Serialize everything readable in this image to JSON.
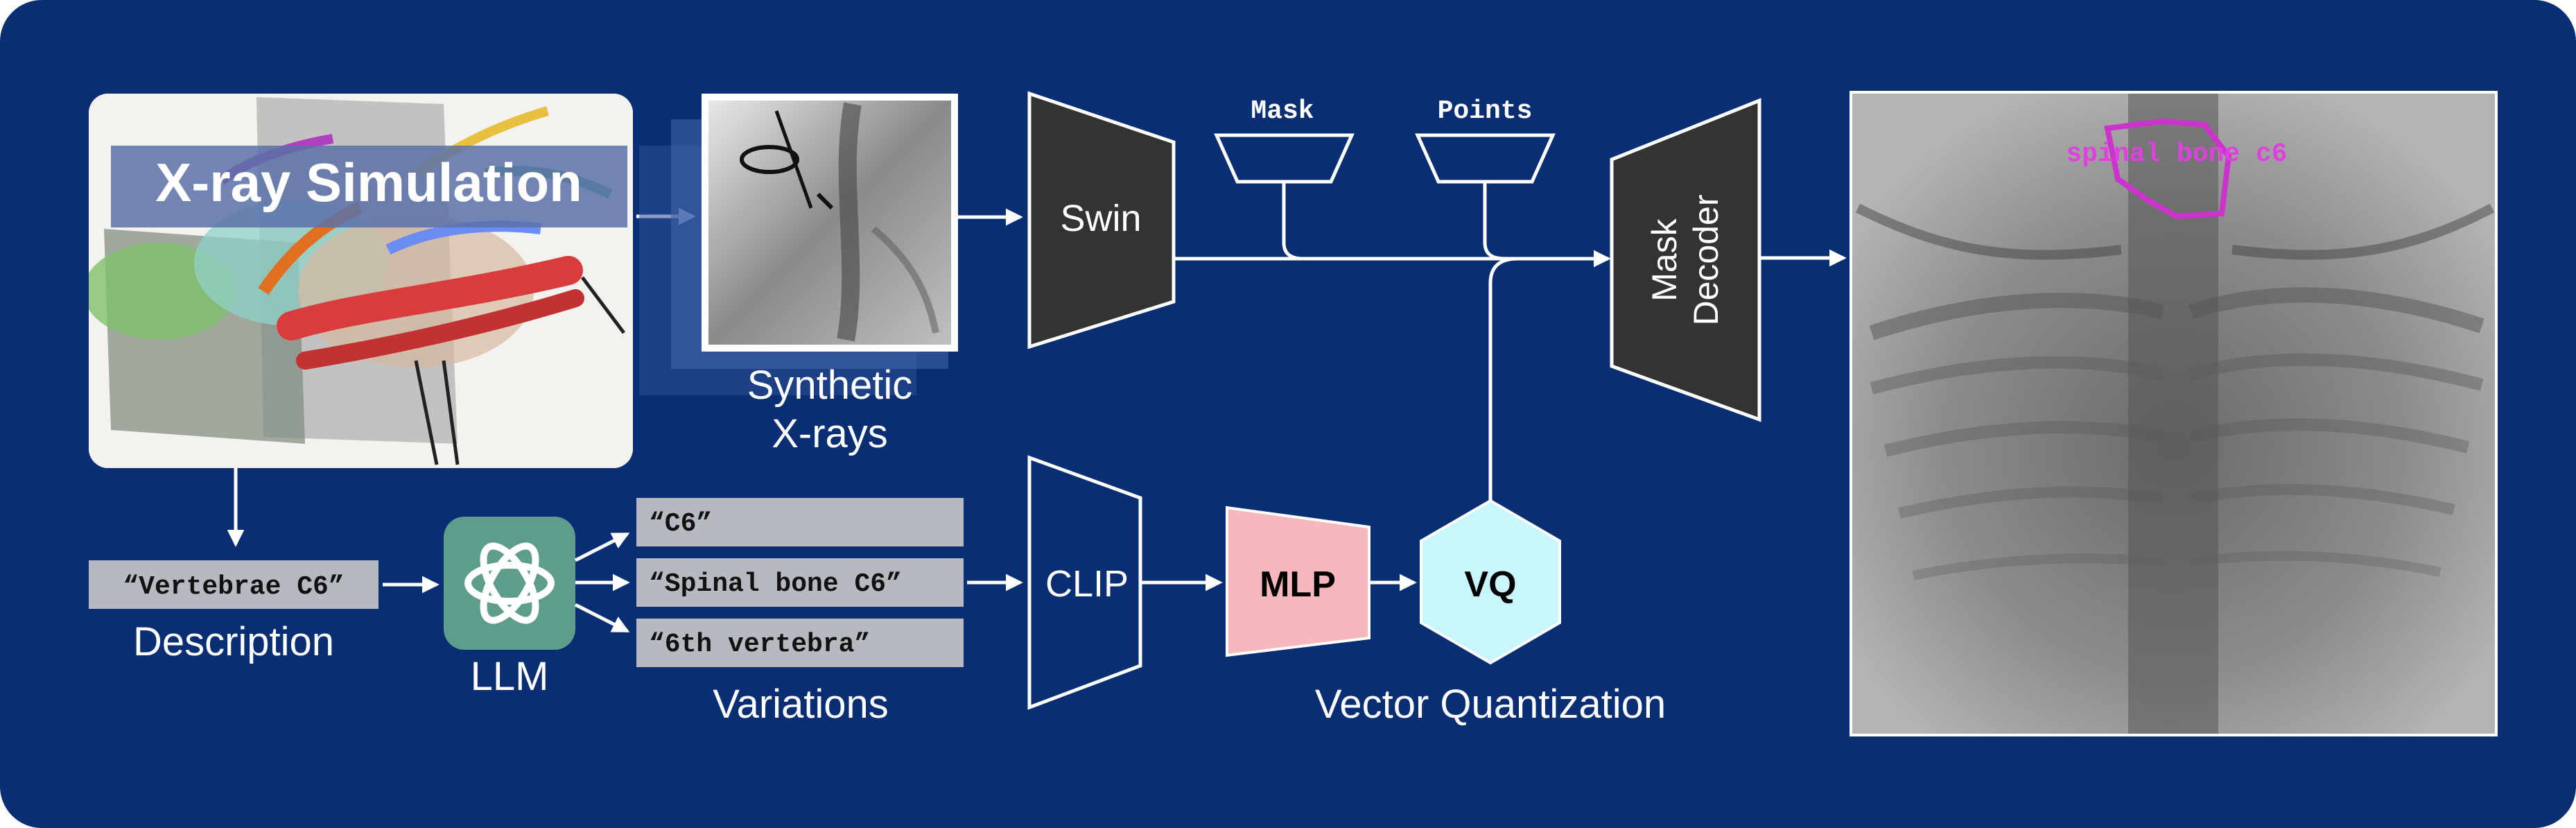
{
  "colors": {
    "background": "#0a2e73",
    "block": "#333333",
    "mlp": "#f6b8bd",
    "vq": "#c8f6fb",
    "llm": "#5e9c8c",
    "chip": "#b6b9c0",
    "highlight": "#cc33cc"
  },
  "simulation": {
    "title": "X-ray Simulation"
  },
  "synthetic": {
    "line1": "Synthetic",
    "line2": "X-rays"
  },
  "description": {
    "chip": "“Vertebrae C6”",
    "caption": "Description"
  },
  "llm": {
    "label": "LLM",
    "icon": "openai-logo-icon"
  },
  "variations": {
    "items": [
      "“C6”",
      "“Spinal bone C6”",
      "“6th vertebra”"
    ],
    "caption": "Variations"
  },
  "blocks": {
    "swin": "Swin",
    "clip": "CLIP",
    "mlp": "MLP",
    "vq": "VQ",
    "vq_caption": "Vector Quantization",
    "mask_prompt": "Mask",
    "points_prompt": "Points",
    "decoder_line1": "Mask",
    "decoder_line2": "Decoder"
  },
  "output": {
    "overlay_label": "spinal bone c6"
  }
}
